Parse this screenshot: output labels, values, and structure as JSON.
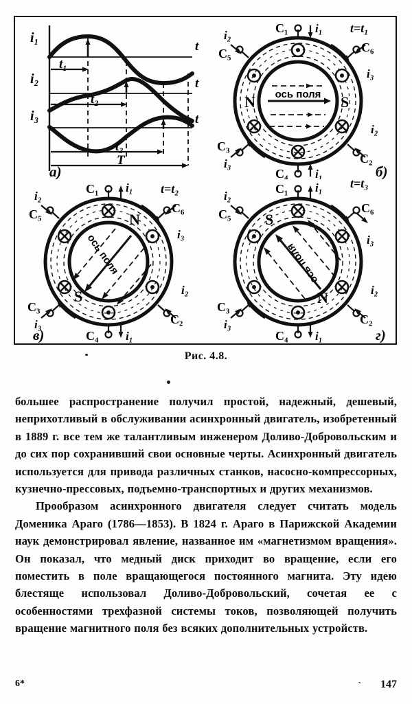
{
  "figure": {
    "caption": "Рис. 4.8.",
    "panels": {
      "a": {
        "tag": "а)",
        "kind": "three-phase-current-waveforms",
        "curve_labels": [
          "i₁",
          "i₂",
          "i₃"
        ],
        "axis_labels": [
          "t",
          "t",
          "t"
        ],
        "time_markers": [
          "t₁",
          "t₂",
          "t₃"
        ],
        "period_label": "T"
      },
      "b": {
        "tag": "б)",
        "time_label": "t=t₁",
        "axis_text": "ось поля",
        "pole_left": "N",
        "pole_right": "S",
        "terminals": [
          "C₁",
          "C₂",
          "C₃",
          "C₄",
          "C₅",
          "C₆"
        ],
        "currents": [
          "i₁",
          "i₂",
          "i₃",
          "i₁",
          "i₂",
          "i₃"
        ]
      },
      "v": {
        "tag": "в)",
        "time_label": "t=t₂",
        "axis_text": "ось поля",
        "pole_upper": "N",
        "pole_lower": "S",
        "terminals": [
          "C₁",
          "C₂",
          "C₃",
          "C₄",
          "C₅",
          "C₆"
        ],
        "currents": [
          "i₁",
          "i₂",
          "i₃",
          "i₁",
          "i₂",
          "i₃"
        ]
      },
      "g": {
        "tag": "г)",
        "time_label": "t=t₃",
        "axis_text": "ось поля",
        "pole_upper": "S",
        "pole_lower": "N",
        "terminals": [
          "C₁",
          "C₂",
          "C₃",
          "C₄",
          "C₅",
          "C₆"
        ],
        "currents": [
          "i₁",
          "i₂",
          "i₃",
          "i₁",
          "i₂",
          "i₃"
        ]
      }
    }
  },
  "body": {
    "paragraph1": "большее распространение получил простой, надежный, дешевый, неприхотливый в обслуживании асинхронный двигатель, изобретенный в 1889 г. все тем же талантливым инженером Доливо-Добровольским и до сих пор сохранивший свои основные черты. Асинхронный двигатель используется для привода различных станков, насосно-компрессорных, кузнечно-прессовых, подъемно-транспортных и других механизмов.",
    "paragraph2": "Прообразом асинхронного двигателя следует считать модель Доменика Араго (1786—1853). В 1824 г. Араго в Парижской Академии наук демонстрировал явление, названное им «магнетизмом вращения». Он показал, что медный диск приходит во вращение, если его поместить в поле вращающегося постоянного магнита. Эту идею блестяще использовал Доливо-Добровольский, сочетая ее с особенностями трехфазной системы токов, позволяющей получить вращение магнитного поля без всяких дополнительных устройств."
  },
  "footer": {
    "signature": "6*",
    "page_number": "147"
  }
}
